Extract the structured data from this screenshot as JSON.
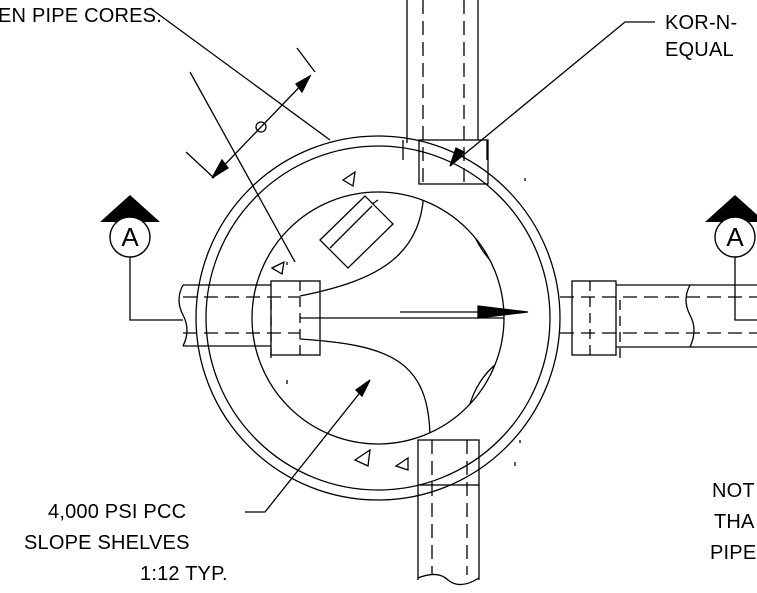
{
  "labels": {
    "top_left": "EN PIPE CORES.",
    "top_right_1": "KOR-N-",
    "top_right_2": "EQUAL",
    "section_left": "A",
    "section_right": "A",
    "bottom_left_1": "4,000 PSI PCC",
    "bottom_left_2": "SLOPE SHELVES",
    "bottom_left_3": "1:12 TYP.",
    "note_1": "NOT",
    "note_2": "THA",
    "note_3": "PIPE"
  },
  "colors": {
    "line": "#000000",
    "background": "#ffffff"
  }
}
